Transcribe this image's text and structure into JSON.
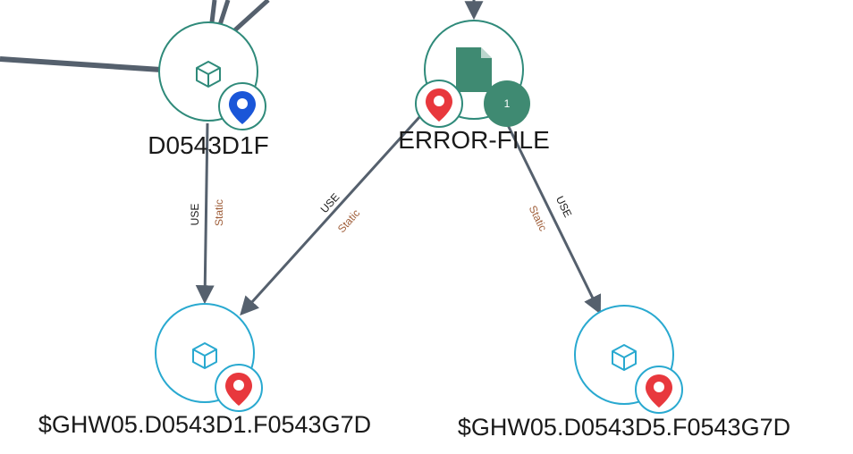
{
  "nodes": {
    "d0543d1f": {
      "label": "D0543D1F",
      "kind": "program",
      "badge": "blue-location-pin-icon"
    },
    "error_file": {
      "label": "ERROR-FILE",
      "kind": "file",
      "badge": "red-location-pin-icon",
      "count": "1"
    },
    "ghw_d1": {
      "label": "$GHW05.D0543D1.F0543G7D",
      "kind": "program",
      "badge": "red-location-pin-icon"
    },
    "ghw_d5": {
      "label": "$GHW05.D0543D5.F0543G7D",
      "kind": "program",
      "badge": "red-location-pin-icon"
    }
  },
  "edges": [
    {
      "from": "d0543d1f",
      "to": "ghw_d1",
      "type": "USE",
      "mode": "Static"
    },
    {
      "from": "error_file",
      "to": "ghw_d1",
      "type": "USE",
      "mode": "Static"
    },
    {
      "from": "error_file",
      "to": "ghw_d5",
      "type": "USE",
      "mode": "Static"
    }
  ],
  "colors": {
    "teal_ring": "#2f8a7a",
    "cyan_ring": "#29a9d0",
    "edge": "#55606d",
    "static_label": "#a0603c",
    "file_icon": "#3f8a72",
    "badge_red": "#e8383d",
    "badge_blue": "#1a56d8",
    "count_badge": "#3f8a72"
  }
}
